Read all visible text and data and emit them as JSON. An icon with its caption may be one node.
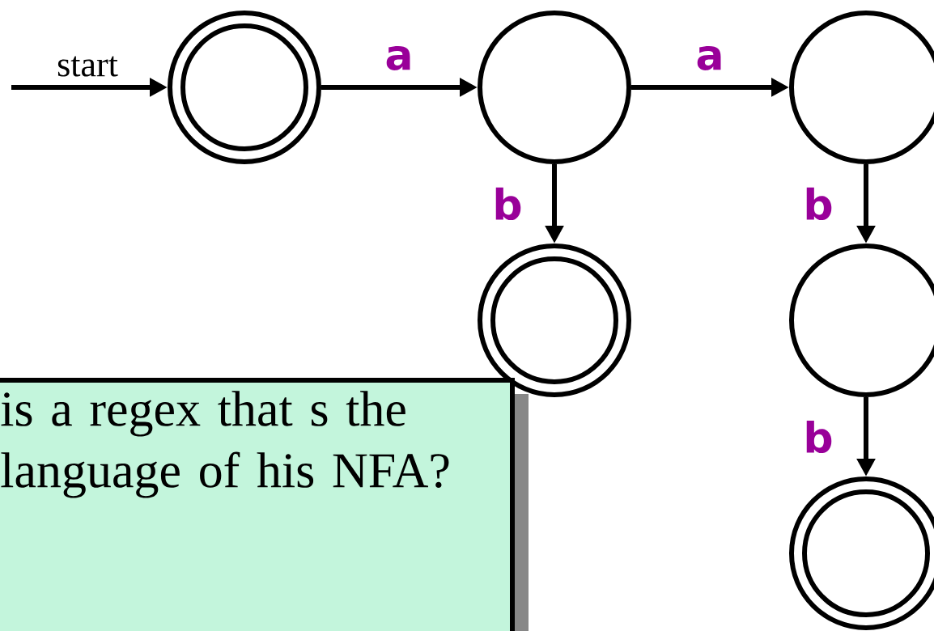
{
  "diagram": {
    "nodes": [
      {
        "text": [],
        "shape": "double-circle"
      },
      {
        "text": [],
        "shape": "circle"
      },
      {
        "text": [],
        "shape": "circle"
      },
      {
        "text": [],
        "shape": "double-circle"
      },
      {
        "text": [],
        "shape": "circle"
      },
      {
        "text": [],
        "shape": "double-circle"
      },
      {
        "text": [
          "is a regex that s the language of his NFA?"
        ]
      }
    ],
    "edges": [
      {
        "from": null,
        "to": 0,
        "arrow": "to",
        "label": "start"
      },
      {
        "from": 0,
        "to": 1,
        "arrow": "to",
        "label": "a"
      },
      {
        "from": 1,
        "to": 2,
        "arrow": "to",
        "label": "a"
      },
      {
        "from": 1,
        "to": 3,
        "arrow": "to",
        "label": "b"
      },
      {
        "from": 2,
        "to": 4,
        "arrow": "to",
        "label": "b"
      },
      {
        "from": 4,
        "to": 5,
        "arrow": "to",
        "label": "b"
      }
    ]
  }
}
